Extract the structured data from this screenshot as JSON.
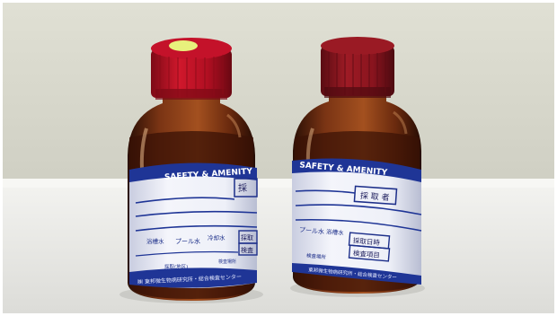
{
  "left_bottle": {
    "label_title": "SAFETY & AMENITY",
    "side_box": "採",
    "row_text_1": "浴槽水",
    "row_text_2": "プール水",
    "row_text_3": "冷却水",
    "box_1": "採取",
    "box_2": "検査",
    "small_text_1": "採取(地区)",
    "small_text_2": "検査場所",
    "footer_text": "㈱ 東邦微生物病研究所・総合検査センター"
  },
  "right_bottle": {
    "label_title": "SAFETY & AMENITY",
    "side_box": "採 取 者",
    "row_text_1": "プール水",
    "row_text_2": "浴槽水",
    "box_1": "採取日時",
    "box_2": "検査項目",
    "small_text_1": "検査場所",
    "footer_text": "東邦微生物病研究所・総合検査センター"
  },
  "colors": {
    "wall": "#dcdcd0",
    "shelf": "#e9e9e6",
    "cap_left": "#b80f22",
    "cap_right": "#8e1620",
    "cap_insert": "#e6f07a",
    "glass": "#6a2a10",
    "label_band": "#1f3596"
  }
}
